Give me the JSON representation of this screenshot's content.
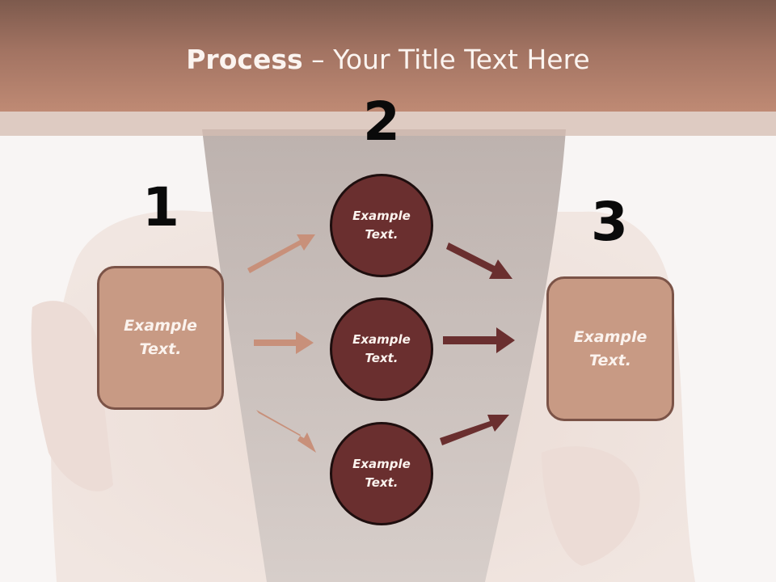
{
  "slide": {
    "title_bold": "Process",
    "title_rest": " – Your Title Text Here"
  },
  "steps": [
    {
      "number": "1",
      "label": "Example\nText."
    },
    {
      "number": "2",
      "circles": [
        "Example\nText.",
        "Example\nText.",
        "Example\nText."
      ]
    },
    {
      "number": "3",
      "label": "Example\nText."
    }
  ],
  "colors": {
    "header": "#bf8a74",
    "box_fill": "#c89a84",
    "circle_fill": "#6a2f2f",
    "arrow_light": "#c8907a",
    "arrow_dark": "#6a2f2f"
  }
}
